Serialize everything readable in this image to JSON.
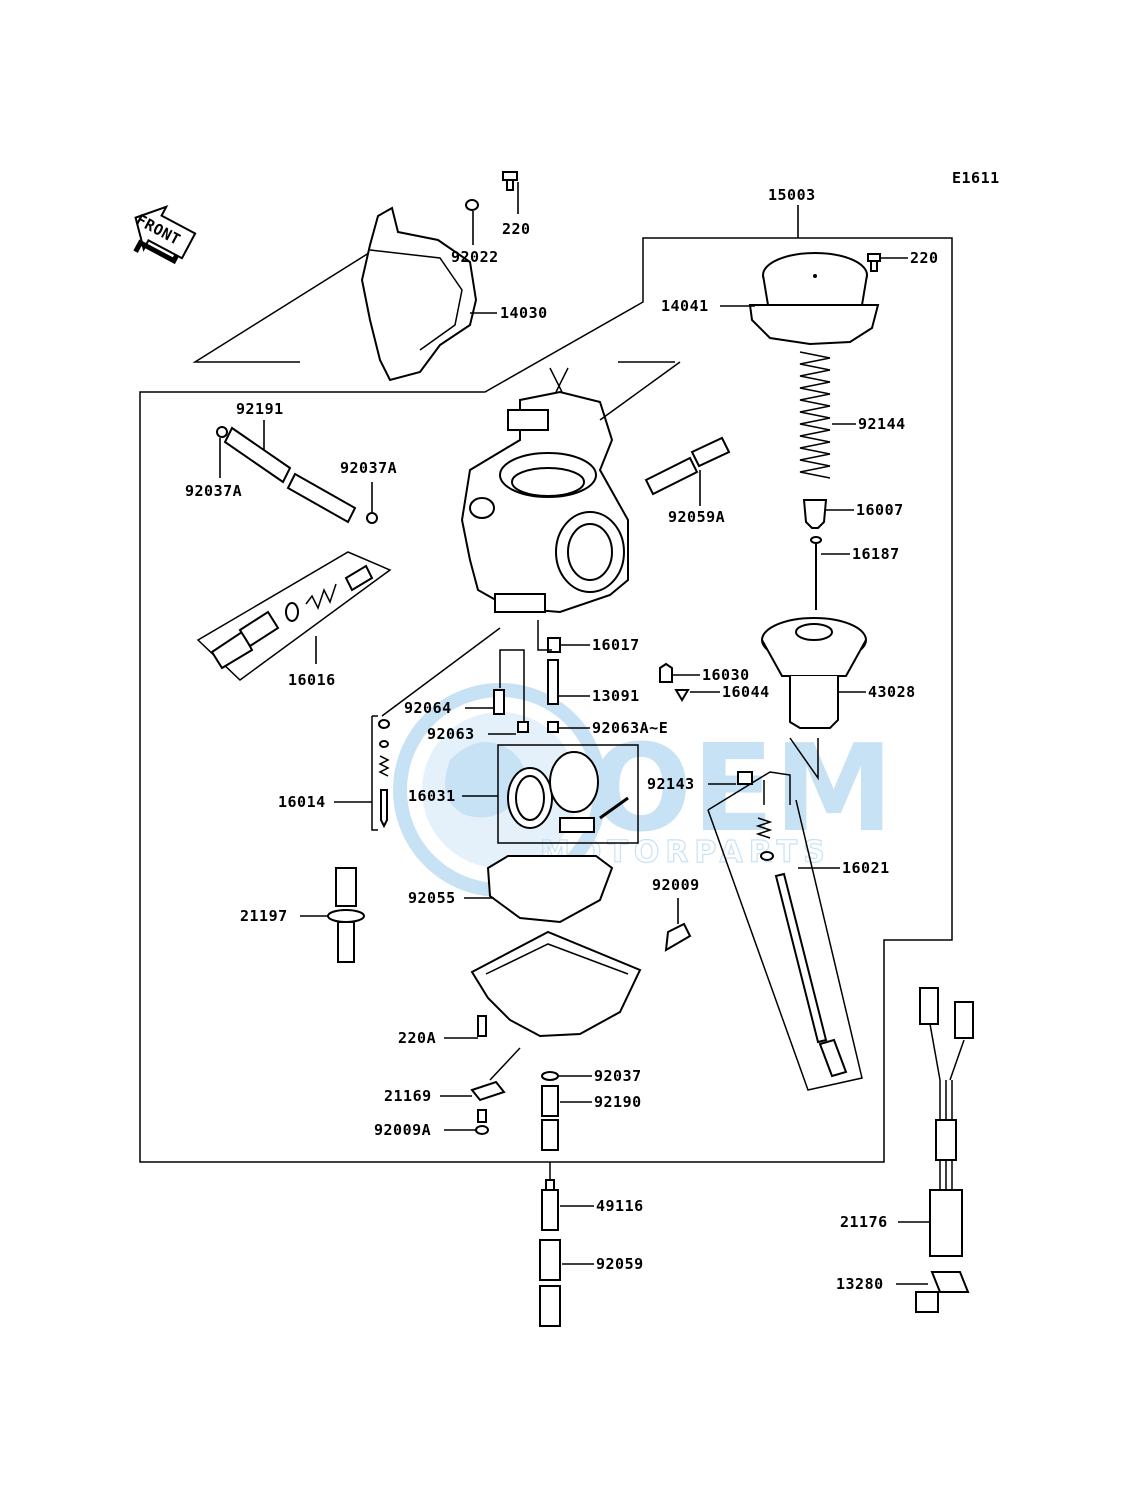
{
  "diagram": {
    "code": "E1611",
    "front_label": "FRONT",
    "watermark": {
      "brand": "OEM",
      "sub": "MOTORPARTS"
    }
  },
  "labels": {
    "p15003": "15003",
    "p220_top": "220",
    "p92022": "92022",
    "p14030": "14030",
    "p220_right": "220",
    "p14041": "14041",
    "p92144": "92144",
    "p16007": "16007",
    "p16187": "16187",
    "p43028": "43028",
    "p92191": "92191",
    "p92037A_a": "92037A",
    "p92037A_b": "92037A",
    "p92059A": "92059A",
    "p16016": "16016",
    "p16017": "16017",
    "p16030": "16030",
    "p16044": "16044",
    "p13091": "13091",
    "p92064": "92064",
    "p92063": "92063",
    "p92063AE": "92063A~E",
    "p16014": "16014",
    "p16031": "16031",
    "p92143": "92143",
    "p16021": "16021",
    "p92055": "92055",
    "p92009": "92009",
    "p21197": "21197",
    "p220A": "220A",
    "p92037": "92037",
    "p21169": "21169",
    "p92190": "92190",
    "p92009A": "92009A",
    "p49116": "49116",
    "p92059": "92059",
    "p21176": "21176",
    "p13280": "13280"
  }
}
